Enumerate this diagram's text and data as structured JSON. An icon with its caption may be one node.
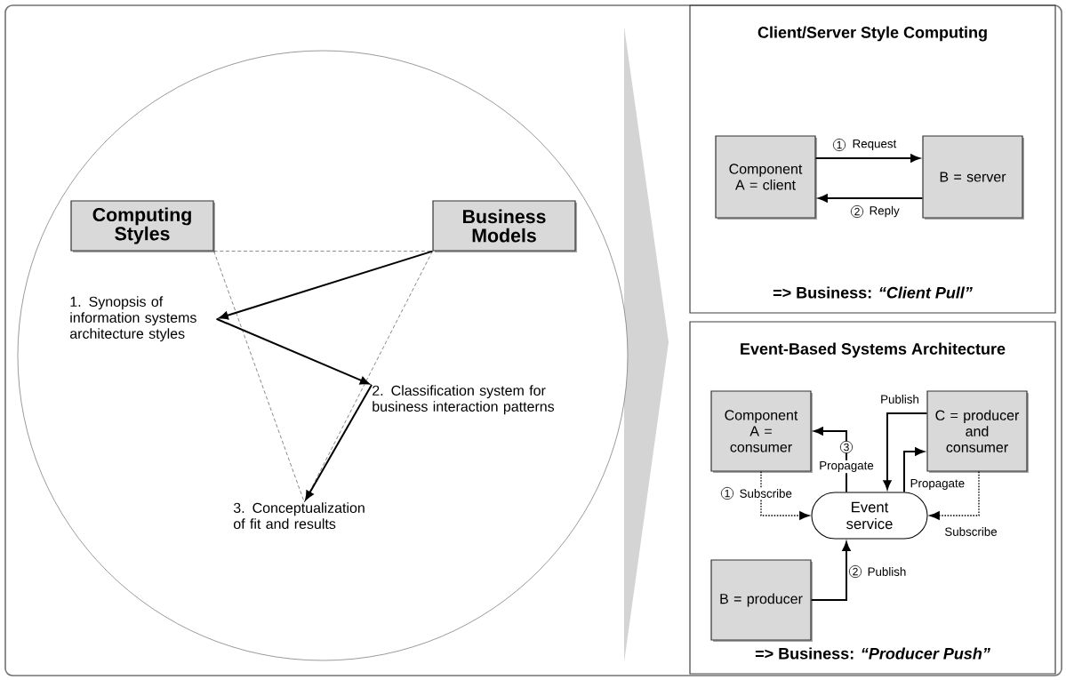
{
  "diagram": {
    "nodes": [
      {
        "text": [],
        "shape": "circle"
      },
      {
        "text": [
          "Computing Styles"
        ],
        "in": 0
      },
      {
        "text": [
          "Business Models"
        ],
        "in": 0
      },
      {
        "text": [
          "1. Synopsis of information systems architecture styles"
        ],
        "in": 0
      },
      {
        "text": [
          "2. Classification system for business interaction patterns"
        ],
        "in": 0
      },
      {
        "text": [
          "3. Conceptualization of fit and results"
        ],
        "in": 0
      },
      {
        "text": [
          "Client/Server Style Computing",
          "=> Business: *“Client Pull”*"
        ]
      },
      {
        "text": [
          "Component A = client"
        ],
        "in": 6
      },
      {
        "text": [
          "B = server"
        ],
        "in": 6
      },
      {
        "text": [
          "Event-Based Systems Architecture",
          "=> Business: *“Producer Push”*"
        ]
      },
      {
        "text": [
          "Component A = consumer"
        ],
        "in": 9
      },
      {
        "text": [
          "C = producer and consumer"
        ],
        "in": 9
      },
      {
        "text": [
          "Event service"
        ],
        "in": 9
      },
      {
        "text": [
          "B = producer"
        ],
        "in": 9
      }
    ],
    "edges": [
      {
        "from": 1,
        "to": 2,
        "arrow": "none",
        "style": "dashed"
      },
      {
        "from": 1,
        "to": 5,
        "arrow": "none",
        "style": "dashed"
      },
      {
        "from": 2,
        "to": 5,
        "arrow": "none",
        "style": "dashed"
      },
      {
        "from": 2,
        "to": 3,
        "arrow": "to"
      },
      {
        "from": 3,
        "to": 4,
        "arrow": "to"
      },
      {
        "from": 4,
        "to": 5,
        "arrow": "to"
      },
      {
        "from": 7,
        "to": 8,
        "arrow": "to",
        "label": "Request"
      },
      {
        "from": 8,
        "to": 7,
        "arrow": "to",
        "label": "Reply"
      },
      {
        "from": 10,
        "to": 12,
        "arrow": "to",
        "label": "Subscribe",
        "style": "dashed"
      },
      {
        "from": 12,
        "to": 10,
        "arrow": "to",
        "label": "Propagate"
      },
      {
        "from": 11,
        "to": 12,
        "arrow": "to",
        "label": "Publish"
      },
      {
        "from": 12,
        "to": 11,
        "arrow": "to",
        "label": "Propagate"
      },
      {
        "from": 11,
        "to": 12,
        "arrow": "to",
        "label": "Subscribe",
        "style": "dashed"
      },
      {
        "from": 13,
        "to": 12,
        "arrow": "to",
        "label": "Publish"
      }
    ],
    "labels": [
      "1",
      "2",
      "3",
      "1",
      "2"
    ]
  }
}
